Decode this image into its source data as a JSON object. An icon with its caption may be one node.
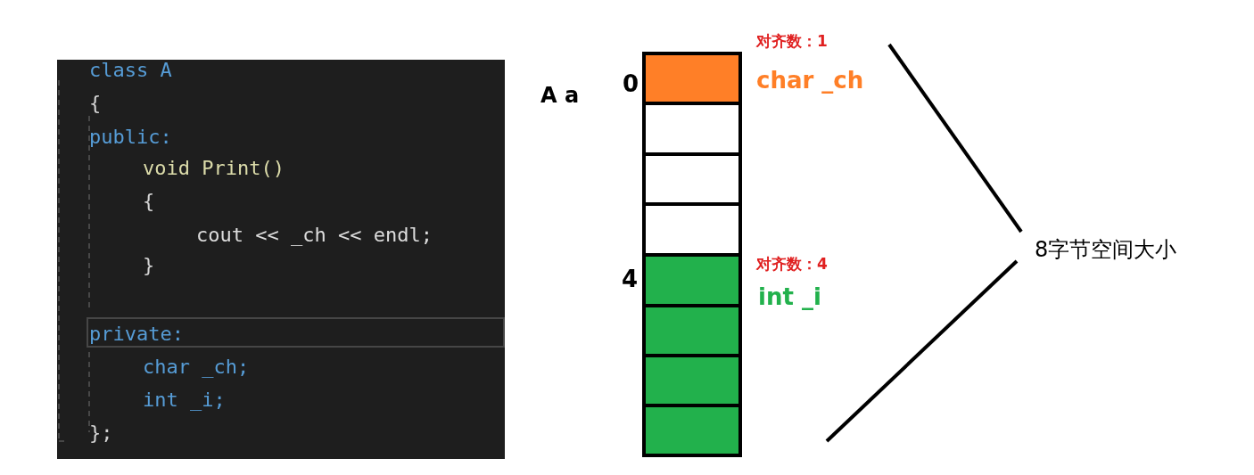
{
  "diagram": {
    "labels": [
      "class A",
      "{",
      "public:",
      "void Print()",
      "{",
      "cout << _ch << endl;",
      "}",
      "private:",
      "char _ch;",
      "int _i;",
      "};",
      "A a",
      "0",
      "对齐数：1",
      "char _ch",
      "4",
      "对齐数：4",
      "int _i",
      "8字节空间大小"
    ]
  }
}
